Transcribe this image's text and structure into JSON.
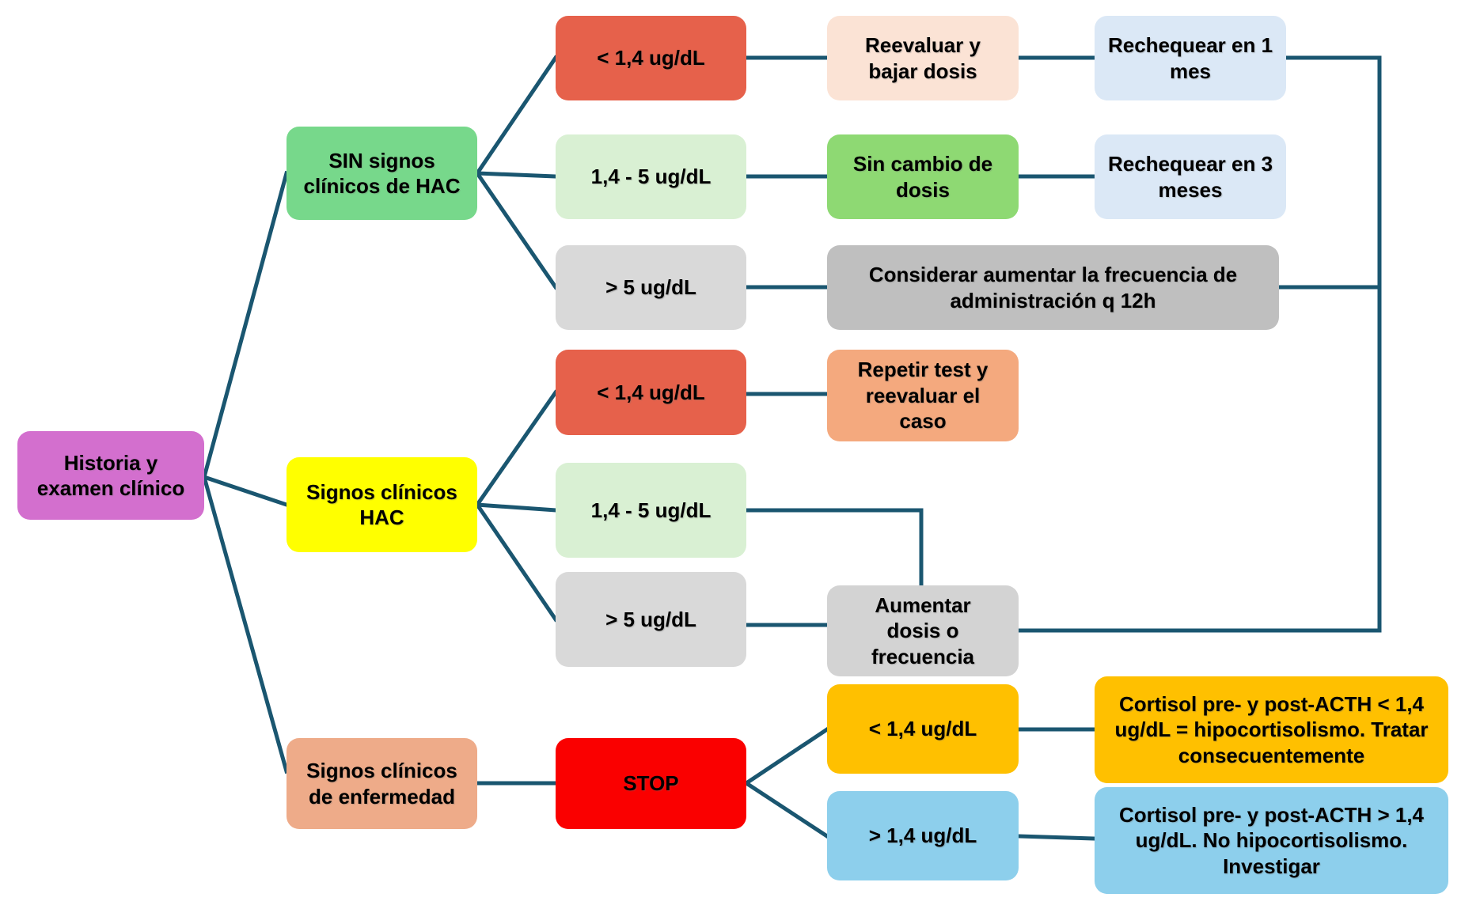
{
  "colors": {
    "connector": "#1a5670",
    "text": "#000000",
    "background": "#ffffff"
  },
  "nodes": {
    "historia": {
      "label": "Historia y examen clínico",
      "color": "#d36fce"
    },
    "sin_signos_hac": {
      "label": "SIN signos clínicos de HAC",
      "color": "#77d88b"
    },
    "signos_hac": {
      "label": "Signos clínicos HAC",
      "color": "#ffff00"
    },
    "signos_enfermedad": {
      "label": "Signos clínicos de enfermedad",
      "color": "#eeab89"
    },
    "lt14_top": {
      "label": "< 1,4 ug/dL",
      "color": "#e6614b"
    },
    "reevaluar": {
      "label": "Reevaluar  y bajar dosis",
      "color": "#fbe3d5"
    },
    "recheck1": {
      "label": "Rechequear en 1 mes",
      "color": "#dbe8f6"
    },
    "mid14_5_top": {
      "label": "1,4  - 5 ug/dL",
      "color": "#d9f0d3"
    },
    "sin_cambio": {
      "label": "Sin cambio de dosis",
      "color": "#8ed973"
    },
    "recheck3": {
      "label": "Rechequear en 3 meses",
      "color": "#dbe8f6"
    },
    "gt5_top": {
      "label": "> 5 ug/dL",
      "color": "#d9d9d9"
    },
    "considerar": {
      "label": "Considerar  aumentar la frecuencia de administración q 12h",
      "color": "#bfbfbf"
    },
    "lt14_mid": {
      "label": "< 1,4 ug/dL",
      "color": "#e6614b"
    },
    "repetir": {
      "label": "Repetir test y reevaluar el caso",
      "color": "#f4a97e"
    },
    "mid14_5_mid": {
      "label": "1,4  - 5 ug/dL",
      "color": "#d9f0d3"
    },
    "gt5_mid": {
      "label": "> 5 ug/dL",
      "color": "#d9d9d9"
    },
    "aumentar": {
      "label": "Aumentar dosis o frecuencia",
      "color": "#d3d3d3"
    },
    "stop": {
      "label": "STOP",
      "color": "#fa0000"
    },
    "lt14_bottom": {
      "label": "< 1,4 ug/dL",
      "color": "#ffc000"
    },
    "cortisol_lt": {
      "label": "Cortisol pre- y post-ACTH < 1,4 ug/dL = hipocortisolismo. Tratar consecuentemente",
      "color": "#ffc000"
    },
    "gt14_bottom": {
      "label": "> 1,4 ug/dL",
      "color": "#8dcfec"
    },
    "cortisol_gt": {
      "label": "Cortisol pre- y post-ACTH > 1,4 ug/dL. No hipocortisolismo. Investigar",
      "color": "#8dcfec"
    }
  },
  "edges": [
    {
      "from": "historia",
      "to": "sin_signos_hac"
    },
    {
      "from": "historia",
      "to": "signos_hac"
    },
    {
      "from": "historia",
      "to": "signos_enfermedad"
    },
    {
      "from": "sin_signos_hac",
      "to": "lt14_top"
    },
    {
      "from": "sin_signos_hac",
      "to": "mid14_5_top"
    },
    {
      "from": "sin_signos_hac",
      "to": "gt5_top"
    },
    {
      "from": "lt14_top",
      "to": "reevaluar"
    },
    {
      "from": "reevaluar",
      "to": "recheck1"
    },
    {
      "from": "mid14_5_top",
      "to": "sin_cambio"
    },
    {
      "from": "sin_cambio",
      "to": "recheck3"
    },
    {
      "from": "gt5_top",
      "to": "considerar"
    },
    {
      "from": "considerar",
      "to": "right_return_line"
    },
    {
      "from": "recheck1",
      "to": "right_return_line"
    },
    {
      "from": "signos_hac",
      "to": "lt14_mid"
    },
    {
      "from": "signos_hac",
      "to": "mid14_5_mid"
    },
    {
      "from": "signos_hac",
      "to": "gt5_mid"
    },
    {
      "from": "lt14_mid",
      "to": "repetir"
    },
    {
      "from": "mid14_5_mid",
      "to": "aumentar"
    },
    {
      "from": "gt5_mid",
      "to": "aumentar"
    },
    {
      "from": "aumentar",
      "to": "right_return_line"
    },
    {
      "from": "signos_enfermedad",
      "to": "stop"
    },
    {
      "from": "stop",
      "to": "lt14_bottom"
    },
    {
      "from": "stop",
      "to": "gt14_bottom"
    },
    {
      "from": "lt14_bottom",
      "to": "cortisol_lt"
    },
    {
      "from": "gt14_bottom",
      "to": "cortisol_gt"
    }
  ]
}
